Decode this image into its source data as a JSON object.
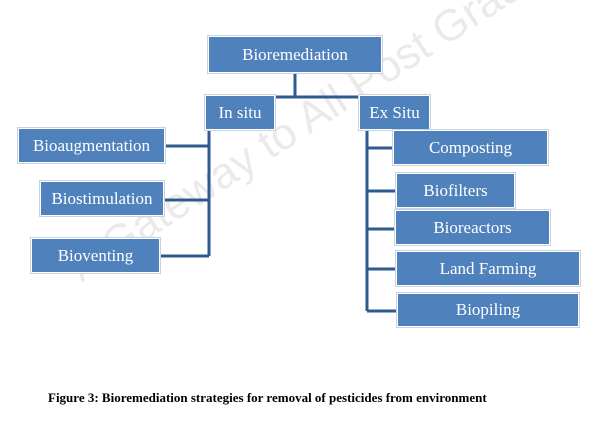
{
  "diagram": {
    "root": "Bioremediation",
    "branches": [
      {
        "label": "In situ",
        "children": [
          "Bioaugmentation",
          "Biostimulation",
          "Bioventing"
        ]
      },
      {
        "label": "Ex Situ",
        "children": [
          "Composting",
          "Biofilters",
          "Bioreactors",
          "Land Farming",
          "Biopiling"
        ]
      }
    ],
    "box_color": "#4f81bd",
    "line_color": "#2e5a8e"
  },
  "caption": "Figure 3: Bioremediation strategies for removal of pesticides from environment",
  "watermark": "A Gateway to All Post Graduate Courses"
}
